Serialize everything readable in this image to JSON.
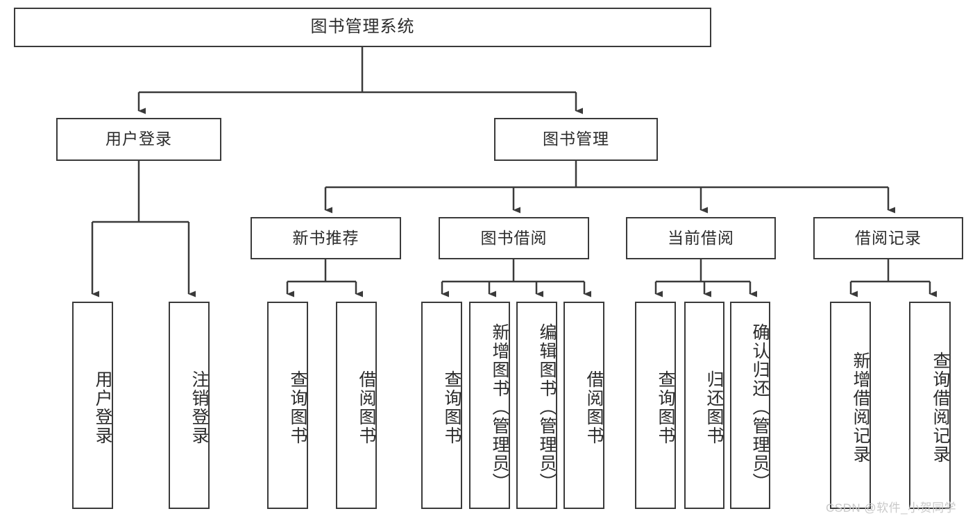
{
  "diagram": {
    "title": "图书管理系统",
    "root": {
      "label": "图书管理系统"
    },
    "level2": [
      {
        "label": "用户登录"
      },
      {
        "label": "图书管理"
      }
    ],
    "level3": [
      {
        "label": "新书推荐"
      },
      {
        "label": "图书借阅"
      },
      {
        "label": "当前借阅"
      },
      {
        "label": "借阅记录"
      }
    ],
    "leaves_user_login": [
      {
        "label": "用户登录"
      },
      {
        "label": "注销登录"
      }
    ],
    "leaves_new_book": [
      {
        "label": "查询图书"
      },
      {
        "label": "借阅图书"
      }
    ],
    "leaves_book_borrow": [
      {
        "label": "查询图书"
      },
      {
        "label": "新增图书（管理员）"
      },
      {
        "label": "编辑图书（管理员）"
      },
      {
        "label": "借阅图书"
      }
    ],
    "leaves_current_borrow": [
      {
        "label": "查询图书"
      },
      {
        "label": "归还图书"
      },
      {
        "label": "确认归还（管理员）"
      }
    ],
    "leaves_borrow_record": [
      {
        "label": "新增借阅记录"
      },
      {
        "label": "查询借阅记录"
      }
    ]
  },
  "watermark": {
    "text": "CSDN @软件_小贺同学"
  },
  "colors": {
    "stroke": "#3a3a3a",
    "text": "#2b2b2b",
    "background": "#ffffff",
    "watermark": "#c9c9c9"
  }
}
